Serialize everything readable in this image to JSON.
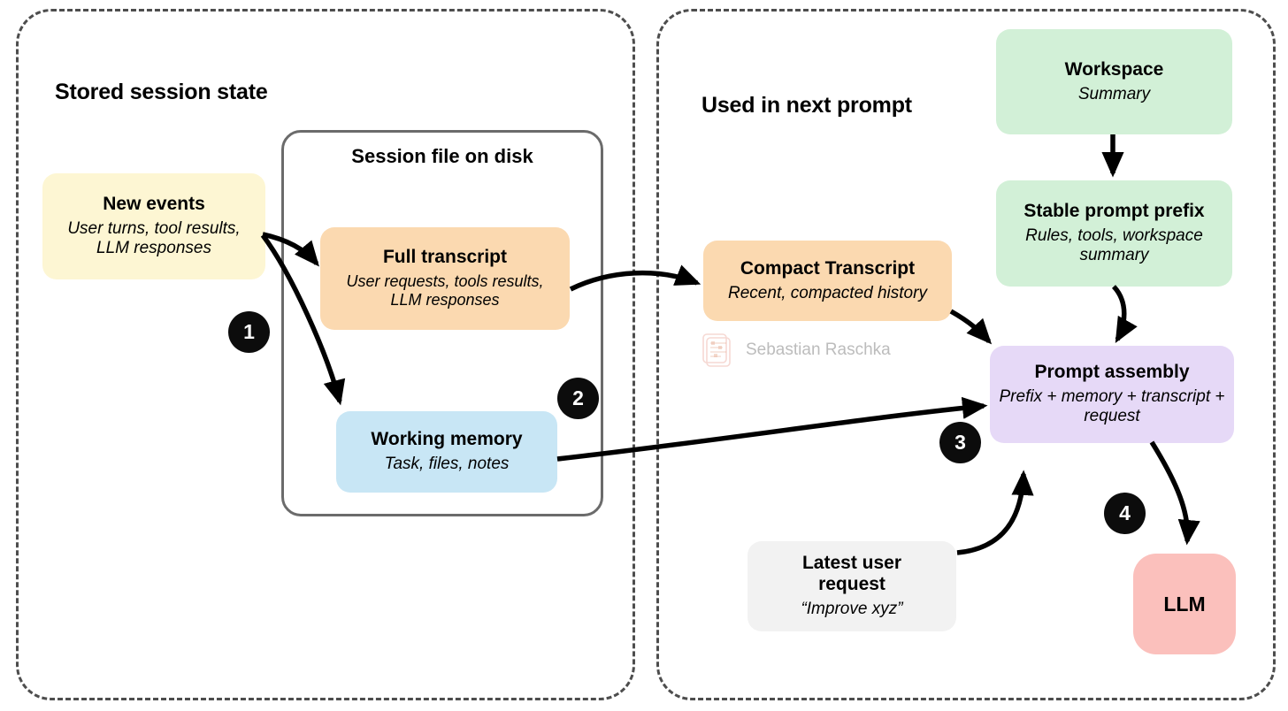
{
  "panels": [
    {
      "title": "Stored session state"
    },
    {
      "title": "Used in next prompt"
    }
  ],
  "session_frame": {
    "title": "Session file on disk"
  },
  "nodes": {
    "new_events": {
      "title": "New events",
      "subtitle": "User turns, tool results, LLM responses",
      "color": "#fdf6d3"
    },
    "full_transcript": {
      "title": "Full transcript",
      "subtitle": "User requests, tools results, LLM responses",
      "color": "#fbd9b0"
    },
    "working_memory": {
      "title": "Working memory",
      "subtitle": "Task, files, notes",
      "color": "#c8e6f5"
    },
    "compact": {
      "title": "Compact Transcript",
      "subtitle": "Recent, compacted history",
      "color": "#fbd9b0"
    },
    "workspace": {
      "title": "Workspace",
      "subtitle": "Summary",
      "color": "#d2f0d7"
    },
    "prefix": {
      "title": "Stable prompt prefix",
      "subtitle": "Rules, tools, workspace summary",
      "color": "#d2f0d7"
    },
    "assembly": {
      "title": "Prompt assembly",
      "subtitle": "Prefix + memory + transcript + request",
      "color": "#e6d9f7"
    },
    "latest_request": {
      "title": "Latest user request",
      "subtitle": "“Improve xyz”",
      "color": "#f2f2f2"
    },
    "llm": {
      "title": "LLM",
      "subtitle": "",
      "color": "#fbc0bc"
    }
  },
  "badges": [
    {
      "label": "1"
    },
    {
      "label": "2"
    },
    {
      "label": "3"
    },
    {
      "label": "4"
    }
  ],
  "watermark": {
    "text": "Sebastian Raschka",
    "color": "#b9b9b9"
  },
  "colors": {
    "panel_border": "#4d4d4d",
    "frame_border": "#6b6b6b",
    "arrow": "#000000",
    "badge_bg": "#0c0c0c"
  }
}
